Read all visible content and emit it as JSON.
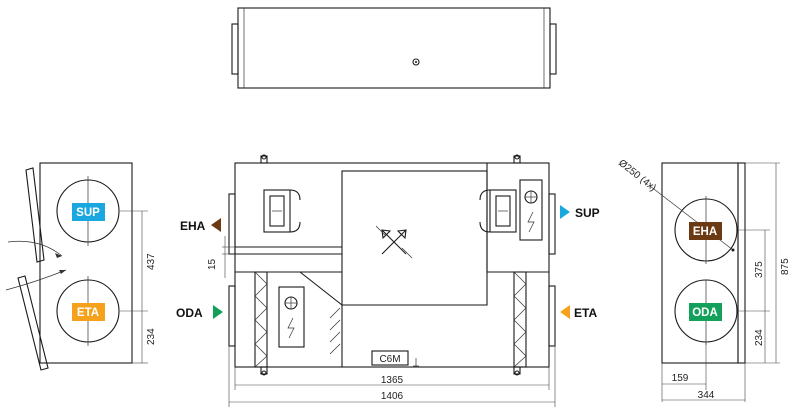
{
  "labels": {
    "sup": "SUP",
    "eta": "ETA",
    "eha": "EHA",
    "oda": "ODA",
    "controller": "C6M"
  },
  "dimensions": {
    "duct": "Ø250 (4x)",
    "width_inner": "1365",
    "width_total": "1406",
    "upper_spacing": "437",
    "lower_height": "234",
    "gap": "15",
    "spigot_spacing": "375",
    "total_height": "875",
    "right_lower_height": "234",
    "offset": "159",
    "depth": "344"
  },
  "colors": {
    "sup": "#1aa7e0",
    "eta": "#f5a11c",
    "eha": "#6b3a12",
    "oda": "#13a05a",
    "line": "#1a1a1a"
  }
}
